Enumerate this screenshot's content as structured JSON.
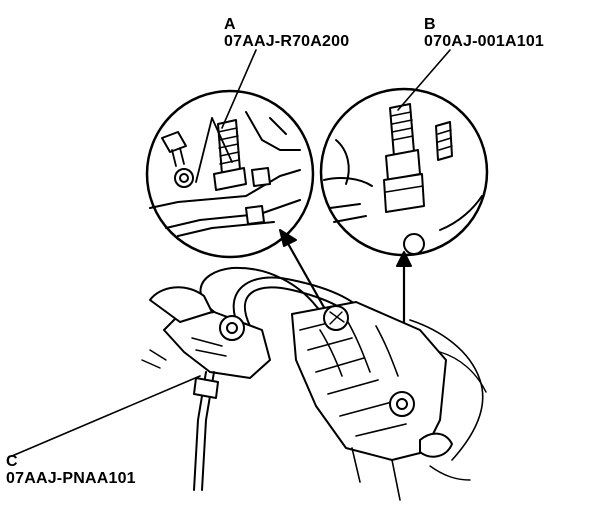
{
  "callouts": {
    "a": {
      "letter": "A",
      "part_number": "07AAJ-R70A200"
    },
    "b": {
      "letter": "B",
      "part_number": "070AJ-001A101"
    },
    "c": {
      "letter": "C",
      "part_number": "07AAJ-PNAA101"
    }
  },
  "colors": {
    "ink": "#000000",
    "paper": "#ffffff"
  }
}
